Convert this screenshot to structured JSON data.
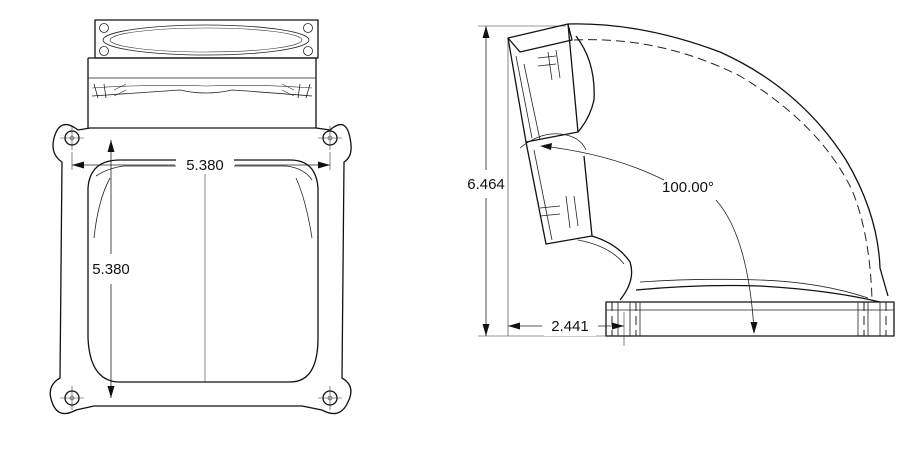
{
  "front_view": {
    "width_dim": "5.380",
    "height_dim": "5.380"
  },
  "side_view": {
    "height_dim": "6.464",
    "offset_dim": "2.441",
    "angle_dim": "100.00°"
  }
}
